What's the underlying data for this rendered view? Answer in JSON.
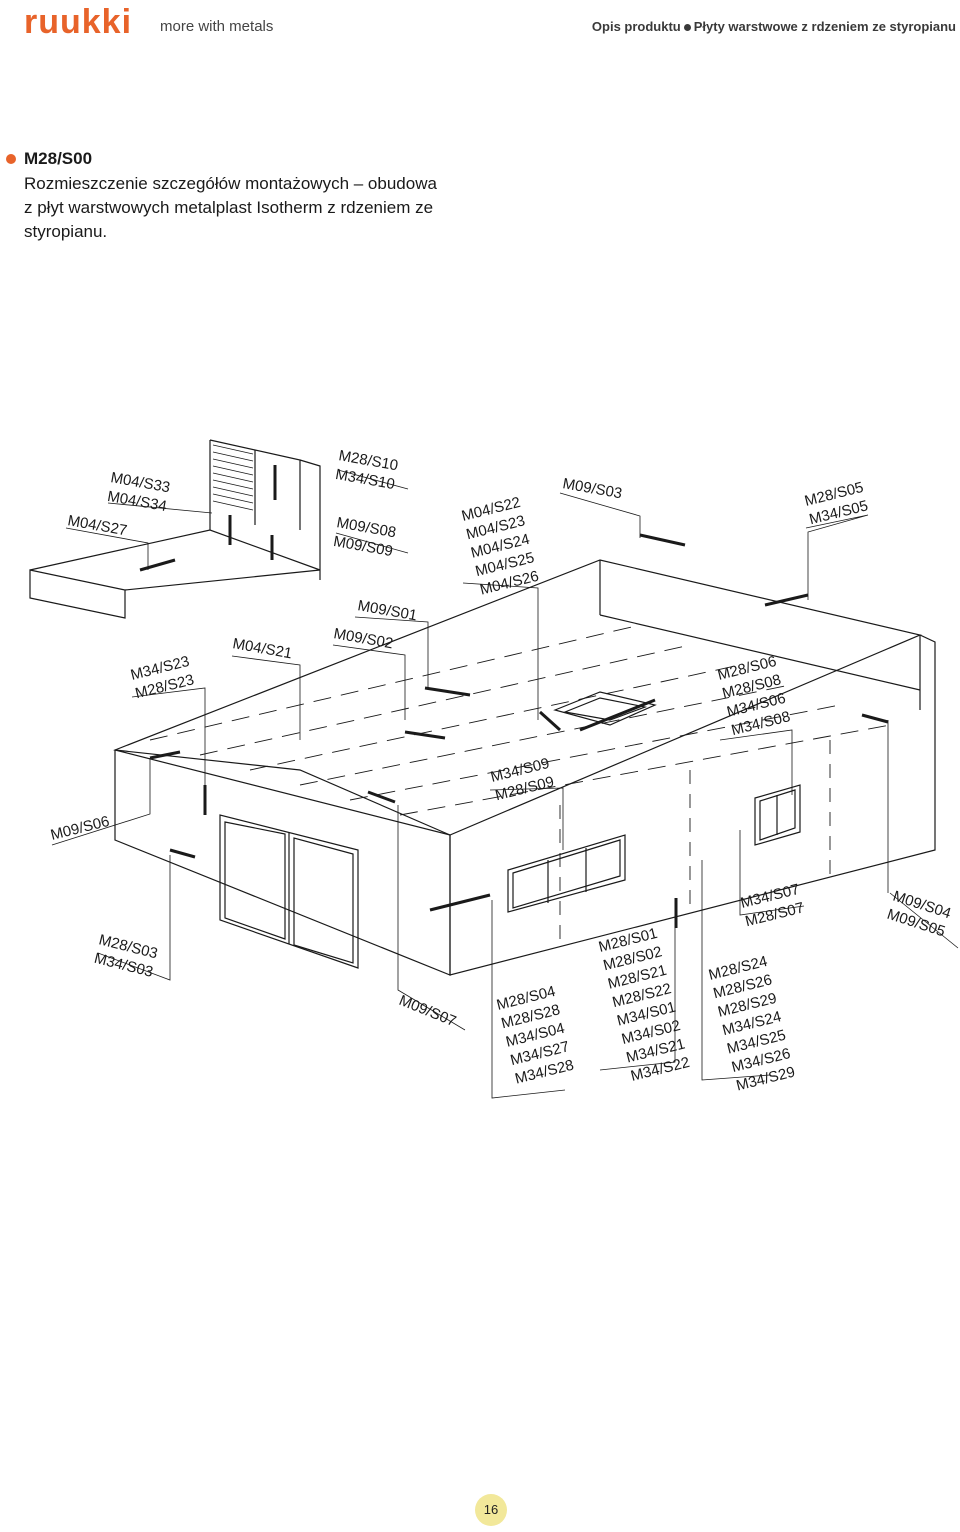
{
  "header": {
    "logo": "ruukki",
    "tagline": "more with metals",
    "breadcrumb_left": "Opis produktu",
    "breadcrumb_right": "Płyty warstwowe z rdzeniem ze styropianu"
  },
  "section": {
    "code": "M28/S00",
    "description_lines": [
      "Rozmieszczenie szczegółów montażowych – obudowa",
      "z płyt warstwowych metalplast Isotherm z rdzeniem ze",
      "styropianu."
    ]
  },
  "labels": [
    [
      "M04/S33",
      "M04/S34"
    ],
    [
      "M04/S27"
    ],
    [
      "M28/S10",
      "M34/S10"
    ],
    [
      "M09/S08",
      "M09/S09"
    ],
    [
      "M09/S01"
    ],
    [
      "M09/S03"
    ],
    [
      "M04/S22",
      "M04/S23",
      "M04/S24",
      "M04/S25",
      "M04/S26"
    ],
    [
      "M28/S05",
      "M34/S05"
    ],
    [
      "M34/S23",
      "M28/S23"
    ],
    [
      "M04/S21"
    ],
    [
      "M09/S02"
    ],
    [
      "M28/S06",
      "M28/S08",
      "M34/S06",
      "M34/S08"
    ],
    [
      "M34/S09",
      "M28/S09"
    ],
    [
      "M09/S06"
    ],
    [
      "M34/S07",
      "M28/S07"
    ],
    [
      "M09/S04",
      "M09/S05"
    ],
    [
      "M28/S03",
      "M34/S03"
    ],
    [
      "M09/S07"
    ],
    [
      "M28/S01",
      "M28/S02",
      "M28/S21",
      "M28/S22",
      "M34/S01",
      "M34/S02",
      "M34/S21",
      "M34/S22"
    ],
    [
      "M28/S24",
      "M28/S26",
      "M28/S29",
      "M34/S24",
      "M34/S25",
      "M34/S26",
      "M34/S29"
    ],
    [
      "M28/S04",
      "M28/S28",
      "M34/S04",
      "M34/S27",
      "M34/S28"
    ]
  ],
  "page_number": "16",
  "colors": {
    "brand": "#e8632a",
    "page_badge": "#f2e89a",
    "ink": "#1a1a1a"
  }
}
